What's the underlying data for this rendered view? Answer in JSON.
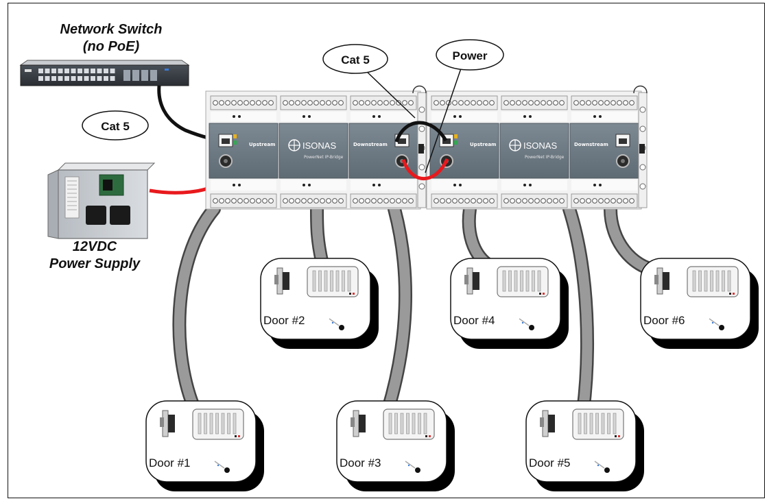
{
  "labels": {
    "switch_line1": "Network Switch",
    "switch_line2": "(no PoE)",
    "cat5_left": "Cat 5",
    "cat5_top": "Cat 5",
    "power": "Power",
    "psu_line1": "12VDC",
    "psu_line2": "Power Supply"
  },
  "bridges": [
    {
      "brand": "ISONAS",
      "product": "PowerNet IP-Bridge",
      "upstream": "Upstream",
      "downstream": "Downstream"
    },
    {
      "brand": "ISONAS",
      "product": "PowerNet IP-Bridge",
      "upstream": "Upstream",
      "downstream": "Downstream"
    }
  ],
  "doors": [
    {
      "label": "Door #1"
    },
    {
      "label": "Door #2"
    },
    {
      "label": "Door #3"
    },
    {
      "label": "Door #4"
    },
    {
      "label": "Door #5"
    },
    {
      "label": "Door #6"
    }
  ],
  "colors": {
    "cat5_cable": "#111111",
    "power_cable": "#e8191d",
    "door_cable": "#9a9a9a",
    "module_body": "#6f7c86",
    "terminal_block": "#e8e8e8"
  }
}
